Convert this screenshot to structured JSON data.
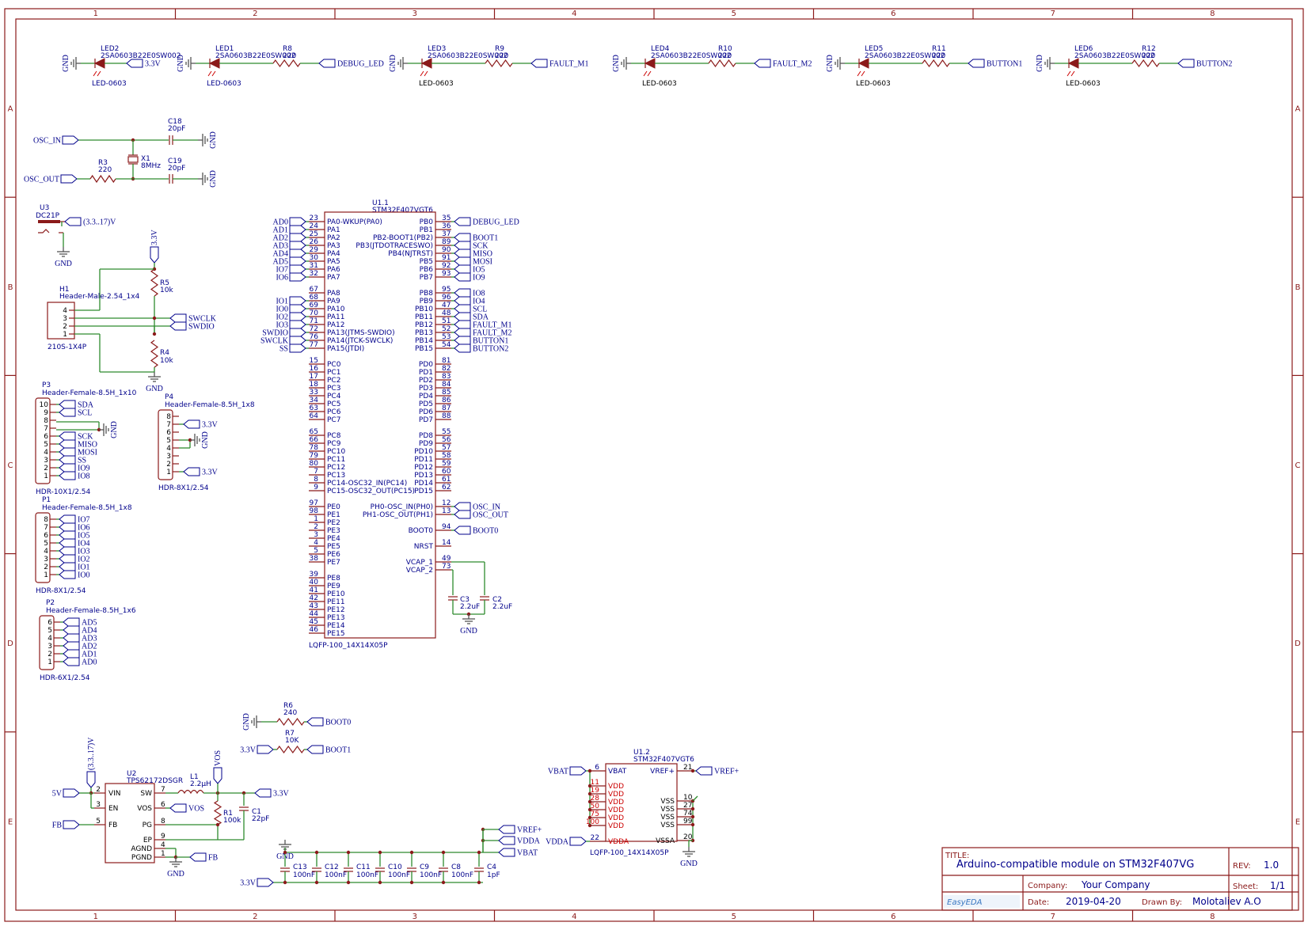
{
  "frame": {
    "cols": [
      "1",
      "2",
      "3",
      "4",
      "5",
      "6",
      "7",
      "8"
    ],
    "rows": [
      "A",
      "B",
      "C",
      "D",
      "E"
    ]
  },
  "leds": [
    {
      "ref": "LED2",
      "part": "2SA0603B22E0SW002",
      "pkg": "LED-0603",
      "net": "3.3V"
    },
    {
      "ref": "LED1",
      "part": "2SA0603B22E0SW002",
      "pkg": "LED-0603",
      "res": "R8",
      "rval": "220",
      "net": "DEBUG_LED"
    },
    {
      "ref": "LED3",
      "part": "2SA0603B22E0SW002",
      "pkg": "LED-0603",
      "res": "R9",
      "rval": "220",
      "net": "FAULT_M1"
    },
    {
      "ref": "LED4",
      "part": "2SA0603B22E0SW002",
      "pkg": "LED-0603",
      "res": "R10",
      "rval": "220",
      "net": "FAULT_M2"
    },
    {
      "ref": "LED5",
      "part": "2SA0603B22E0SW002",
      "pkg": "LED-0603",
      "res": "R11",
      "rval": "220",
      "net": "BUTTON1"
    },
    {
      "ref": "LED6",
      "part": "2SA0603B22E0SW002",
      "pkg": "LED-0603",
      "res": "R12",
      "rval": "220",
      "net": "BUTTON2"
    }
  ],
  "gnd": "GND",
  "osc": {
    "in": "OSC_IN",
    "out": "OSC_OUT",
    "c18": "C18",
    "c18v": "20pF",
    "c19": "C19",
    "c19v": "20pF",
    "x1": "X1",
    "x1v": "8MHz",
    "r3": "R3",
    "r3v": "220"
  },
  "u3": {
    "ref": "U3",
    "part": "DC21P",
    "net": "(3.3..17)V"
  },
  "h1": {
    "ref": "H1",
    "part": "Header-Male-2.54_1x4",
    "pkg": "210S-1X4P",
    "pins": [
      "4",
      "3",
      "2",
      "1"
    ],
    "swclk": "SWCLK",
    "swdio": "SWDIO",
    "r5": "R5",
    "r5v": "10k",
    "r4": "R4",
    "r4v": "10k",
    "v33": "3.3V"
  },
  "p3": {
    "ref": "P3",
    "part": "Header-Female-8.5H_1x10",
    "pkg": "HDR-10X1/2.54",
    "pins": [
      "10",
      "9",
      "8",
      "7",
      "6",
      "5",
      "4",
      "3",
      "2",
      "1"
    ],
    "nets": [
      "SDA",
      "SCL",
      "",
      "",
      "SCK",
      "MISO",
      "MOSI",
      "SS",
      "IO9",
      "IO8"
    ]
  },
  "p4": {
    "ref": "P4",
    "part": "Header-Female-8.5H_1x8",
    "pkg": "HDR-8X1/2.54",
    "pins": [
      "8",
      "7",
      "6",
      "5",
      "4",
      "3",
      "2",
      "1"
    ],
    "v33a": "3.3V",
    "v33b": "3.3V"
  },
  "p1": {
    "ref": "P1",
    "part": "Header-Female-8.5H_1x8",
    "pkg": "HDR-8X1/2.54",
    "pins": [
      "8",
      "7",
      "6",
      "5",
      "4",
      "3",
      "2",
      "1"
    ],
    "nets": [
      "IO7",
      "IO6",
      "IO5",
      "IO4",
      "IO3",
      "IO2",
      "IO1",
      "IO0"
    ]
  },
  "p2": {
    "ref": "P2",
    "part": "Header-Female-8.5H_1x6",
    "pkg": "HDR-6X1/2.54",
    "pins": [
      "6",
      "5",
      "4",
      "3",
      "2",
      "1"
    ],
    "nets": [
      "AD5",
      "AD4",
      "AD3",
      "AD2",
      "AD1",
      "AD0"
    ]
  },
  "u11": {
    "ref": "U1.1",
    "part": "STM32F407VGT6",
    "pkg": "LQFP-100_14X14X05P",
    "left": [
      {
        "n": "23",
        "p": "PA0-WKUP(PA0)",
        "net": "AD0"
      },
      {
        "n": "24",
        "p": "PA1",
        "net": "AD1"
      },
      {
        "n": "25",
        "p": "PA2",
        "net": "AD2"
      },
      {
        "n": "26",
        "p": "PA3",
        "net": "AD3"
      },
      {
        "n": "29",
        "p": "PA4",
        "net": "AD4"
      },
      {
        "n": "30",
        "p": "PA5",
        "net": "AD5"
      },
      {
        "n": "31",
        "p": "PA6",
        "net": "IO7"
      },
      {
        "n": "32",
        "p": "PA7",
        "net": "IO6"
      },
      {
        "n": "",
        "p": "",
        "net": ""
      },
      {
        "n": "67",
        "p": "PA8",
        "net": ""
      },
      {
        "n": "68",
        "p": "PA9",
        "net": "IO1"
      },
      {
        "n": "69",
        "p": "PA10",
        "net": "IO0"
      },
      {
        "n": "70",
        "p": "PA11",
        "net": "IO2"
      },
      {
        "n": "71",
        "p": "PA12",
        "net": "IO3"
      },
      {
        "n": "72",
        "p": "PA13(JTMS-SWDIO)",
        "net": "SWDIO"
      },
      {
        "n": "76",
        "p": "PA14(JTCK-SWCLK)",
        "net": "SWCLK"
      },
      {
        "n": "77",
        "p": "PA15(JTDI)",
        "net": "SS"
      },
      {
        "n": "",
        "p": "",
        "net": ""
      },
      {
        "n": "15",
        "p": "PC0",
        "net": ""
      },
      {
        "n": "16",
        "p": "PC1",
        "net": ""
      },
      {
        "n": "17",
        "p": "PC2",
        "net": ""
      },
      {
        "n": "18",
        "p": "PC3",
        "net": ""
      },
      {
        "n": "33",
        "p": "PC4",
        "net": ""
      },
      {
        "n": "34",
        "p": "PC5",
        "net": ""
      },
      {
        "n": "63",
        "p": "PC6",
        "net": ""
      },
      {
        "n": "64",
        "p": "PC7",
        "net": ""
      },
      {
        "n": "",
        "p": "",
        "net": ""
      },
      {
        "n": "65",
        "p": "PC8",
        "net": ""
      },
      {
        "n": "66",
        "p": "PC9",
        "net": ""
      },
      {
        "n": "78",
        "p": "PC10",
        "net": ""
      },
      {
        "n": "79",
        "p": "PC11",
        "net": ""
      },
      {
        "n": "80",
        "p": "PC12",
        "net": ""
      },
      {
        "n": "7",
        "p": "PC13",
        "net": ""
      },
      {
        "n": "8",
        "p": "PC14-OSC32_IN(PC14)",
        "net": ""
      },
      {
        "n": "9",
        "p": "PC15-OSC32_OUT(PC15)",
        "net": ""
      },
      {
        "n": "",
        "p": "",
        "net": ""
      },
      {
        "n": "97",
        "p": "PE0",
        "net": ""
      },
      {
        "n": "98",
        "p": "PE1",
        "net": ""
      },
      {
        "n": "1",
        "p": "PE2",
        "net": ""
      },
      {
        "n": "2",
        "p": "PE3",
        "net": ""
      },
      {
        "n": "3",
        "p": "PE4",
        "net": ""
      },
      {
        "n": "4",
        "p": "PE5",
        "net": ""
      },
      {
        "n": "5",
        "p": "PE6",
        "net": ""
      },
      {
        "n": "38",
        "p": "PE7",
        "net": ""
      },
      {
        "n": "",
        "p": "",
        "net": ""
      },
      {
        "n": "39",
        "p": "PE8",
        "net": ""
      },
      {
        "n": "40",
        "p": "PE9",
        "net": ""
      },
      {
        "n": "41",
        "p": "PE10",
        "net": ""
      },
      {
        "n": "42",
        "p": "PE11",
        "net": ""
      },
      {
        "n": "43",
        "p": "PE12",
        "net": ""
      },
      {
        "n": "44",
        "p": "PE13",
        "net": ""
      },
      {
        "n": "45",
        "p": "PE14",
        "net": ""
      },
      {
        "n": "46",
        "p": "PE15",
        "net": ""
      }
    ],
    "right": [
      {
        "n": "35",
        "p": "PB0",
        "net": "DEBUG_LED"
      },
      {
        "n": "36",
        "p": "PB1",
        "net": ""
      },
      {
        "n": "37",
        "p": "PB2-BOOT1(PB2)",
        "net": "BOOT1"
      },
      {
        "n": "89",
        "p": "PB3(JTDOTRACESWO)",
        "net": "SCK"
      },
      {
        "n": "90",
        "p": "PB4(NJTRST)",
        "net": "MISO"
      },
      {
        "n": "91",
        "p": "PB5",
        "net": "MOSI"
      },
      {
        "n": "92",
        "p": "PB6",
        "net": "IO5"
      },
      {
        "n": "93",
        "p": "PB7",
        "net": "IO9"
      },
      {
        "n": "",
        "p": "",
        "net": ""
      },
      {
        "n": "95",
        "p": "PB8",
        "net": "IO8"
      },
      {
        "n": "96",
        "p": "PB9",
        "net": "IO4"
      },
      {
        "n": "47",
        "p": "PB10",
        "net": "SCL"
      },
      {
        "n": "48",
        "p": "PB11",
        "net": "SDA"
      },
      {
        "n": "51",
        "p": "PB12",
        "net": "FAULT_M1"
      },
      {
        "n": "52",
        "p": "PB13",
        "net": "FAULT_M2"
      },
      {
        "n": "53",
        "p": "PB14",
        "net": "BUTTON1"
      },
      {
        "n": "54",
        "p": "PB15",
        "net": "BUTTON2"
      },
      {
        "n": "",
        "p": "",
        "net": ""
      },
      {
        "n": "81",
        "p": "PD0",
        "net": ""
      },
      {
        "n": "82",
        "p": "PD1",
        "net": ""
      },
      {
        "n": "83",
        "p": "PD2",
        "net": ""
      },
      {
        "n": "84",
        "p": "PD3",
        "net": ""
      },
      {
        "n": "85",
        "p": "PD4",
        "net": ""
      },
      {
        "n": "86",
        "p": "PD5",
        "net": ""
      },
      {
        "n": "87",
        "p": "PD6",
        "net": ""
      },
      {
        "n": "88",
        "p": "PD7",
        "net": ""
      },
      {
        "n": "",
        "p": "",
        "net": ""
      },
      {
        "n": "55",
        "p": "PD8",
        "net": ""
      },
      {
        "n": "56",
        "p": "PD9",
        "net": ""
      },
      {
        "n": "57",
        "p": "PD10",
        "net": ""
      },
      {
        "n": "58",
        "p": "PD11",
        "net": ""
      },
      {
        "n": "59",
        "p": "PD12",
        "net": ""
      },
      {
        "n": "60",
        "p": "PD13",
        "net": ""
      },
      {
        "n": "61",
        "p": "PD14",
        "net": ""
      },
      {
        "n": "62",
        "p": "PD15",
        "net": ""
      },
      {
        "n": "",
        "p": "",
        "net": ""
      },
      {
        "n": "12",
        "p": "PH0-OSC_IN(PH0)",
        "net": "OSC_IN"
      },
      {
        "n": "13",
        "p": "PH1-OSC_OUT(PH1)",
        "net": "OSC_OUT"
      },
      {
        "n": "",
        "p": "",
        "net": ""
      },
      {
        "n": "94",
        "p": "BOOT0",
        "net": "BOOT0"
      },
      {
        "n": "",
        "p": "",
        "net": ""
      },
      {
        "n": "14",
        "p": "NRST",
        "net": ""
      },
      {
        "n": "",
        "p": "",
        "net": ""
      },
      {
        "n": "49",
        "p": "VCAP_1",
        "net": ""
      },
      {
        "n": "73",
        "p": "VCAP_2",
        "net": ""
      }
    ],
    "c3": "C3",
    "c3v": "2.2uF",
    "c2": "C2",
    "c2v": "2.2uF"
  },
  "boot": {
    "r6": "R6",
    "r6v": "240",
    "boot0": "BOOT0",
    "r7": "R7",
    "r7v": "10K",
    "boot1": "BOOT1",
    "v33": "3.3V"
  },
  "u2": {
    "ref": "U2",
    "part": "TPS62172DSGR",
    "left": [
      {
        "n": "2",
        "p": "VIN"
      },
      {
        "n": "3",
        "p": "EN"
      },
      {
        "n": "5",
        "p": "FB"
      }
    ],
    "right": [
      {
        "n": "7",
        "p": "SW"
      },
      {
        "n": "6",
        "p": "VOS"
      },
      {
        "n": "8",
        "p": "PG"
      },
      {
        "n": "9",
        "p": "EP"
      },
      {
        "n": "4",
        "p": "AGND"
      },
      {
        "n": "1",
        "p": "PGND"
      }
    ],
    "vin": "(3.3..17)V",
    "v5": "5V",
    "fb": "FB",
    "vos": "VOS",
    "vosnet": "VOS",
    "fbnet": "FB",
    "v33": "3.3V",
    "l1": "L1",
    "l1v": "2.2µH",
    "r1": "R1",
    "r1v": "100k",
    "c1": "C1",
    "c1v": "22pF"
  },
  "decap": {
    "caps": [
      {
        "ref": "C13",
        "val": "100nF"
      },
      {
        "ref": "C12",
        "val": "100nF"
      },
      {
        "ref": "C11",
        "val": "100nF"
      },
      {
        "ref": "C10",
        "val": "100nF"
      },
      {
        "ref": "C9",
        "val": "100nF"
      },
      {
        "ref": "C8",
        "val": "100nF"
      },
      {
        "ref": "C4",
        "val": "1pF"
      }
    ],
    "v33": "3.3V",
    "vref": "VREF+",
    "vdda": "VDDA",
    "vbat": "VBAT"
  },
  "u12": {
    "ref": "U1.2",
    "part": "STM32F407VGT6",
    "pkg": "LQFP-100_14X14X05P",
    "vbat": "VBAT",
    "vdda": "VDDA",
    "vref": "VREF+",
    "left": [
      {
        "n": "6",
        "p": "VBAT"
      },
      {
        "n": "11",
        "p": "VDD"
      },
      {
        "n": "19",
        "p": "VDD"
      },
      {
        "n": "28",
        "p": "VDD"
      },
      {
        "n": "50",
        "p": "VDD"
      },
      {
        "n": "75",
        "p": "VDD"
      },
      {
        "n": "100",
        "p": "VDD"
      },
      {
        "n": "22",
        "p": "VDDA"
      }
    ],
    "right": [
      {
        "n": "21",
        "p": "VREF+"
      },
      {
        "n": "10",
        "p": "VSS"
      },
      {
        "n": "27",
        "p": "VSS"
      },
      {
        "n": "74",
        "p": "VSS"
      },
      {
        "n": "99",
        "p": "VSS"
      },
      {
        "n": "20",
        "p": "VSSA"
      }
    ]
  },
  "title_block": {
    "title_label": "TITLE:",
    "title": "Arduino-compatible module on STM32F407VG",
    "rev_label": "REV:",
    "rev": "1.0",
    "company_label": "Company:",
    "company": "Your Company",
    "sheet_label": "Sheet:",
    "sheet": "1/1",
    "date_label": "Date:",
    "date": "2019-04-20",
    "drawn_label": "Drawn By:",
    "drawn": "Molotaliev A.O",
    "logo": "EasyEDA"
  }
}
